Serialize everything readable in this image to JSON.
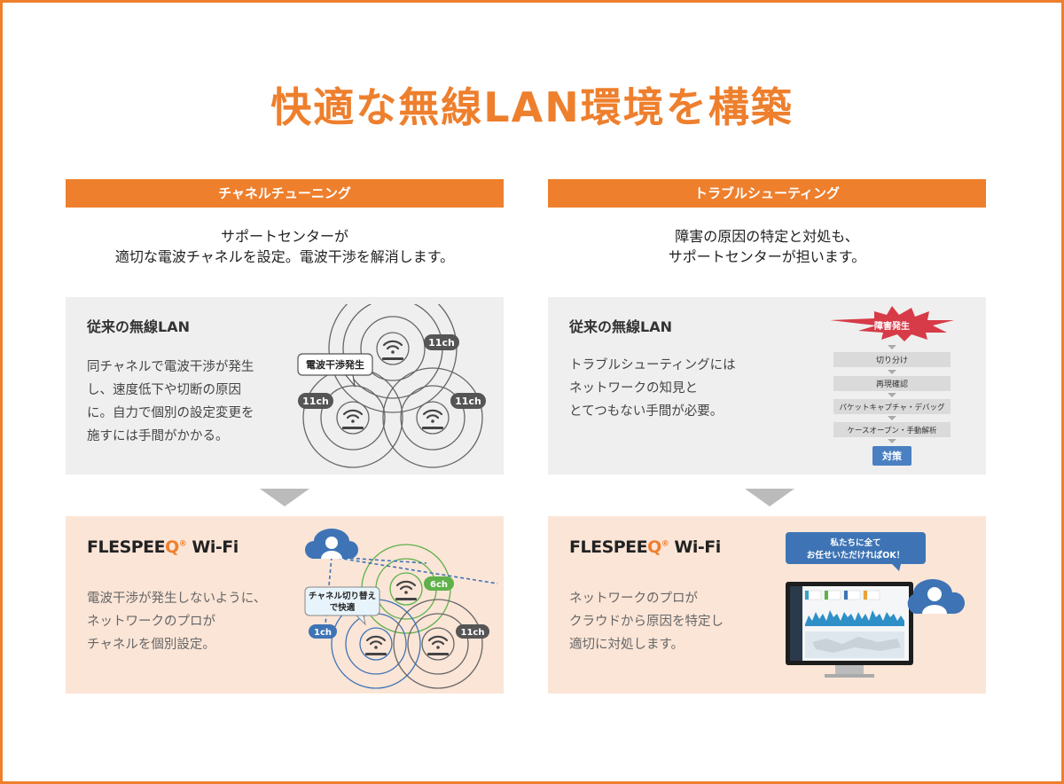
{
  "title": "快適な無線LAN環境を構築",
  "left": {
    "header": "チャネルチューニング",
    "desc_lines": [
      "サポートセンターが",
      "適切な電波チャネルを設定。電波干渉を解消します。"
    ],
    "legacy": {
      "label": "従来の無線LAN",
      "text_lines": [
        "同チャネルで電波干渉が発生",
        "し、速度低下や切断の原因",
        "に。自力で個別の設定変更を",
        "施すには手間がかかる。"
      ],
      "bubble": "電波干渉発生",
      "channels": [
        "11ch",
        "11ch",
        "11ch"
      ]
    },
    "flespeeq": {
      "brand_main": "FLESPEE",
      "brand_q": "Q",
      "brand_reg": "®",
      "brand_suffix": "Wi-Fi",
      "text_lines": [
        "電波干渉が発生しないように、",
        "ネットワークのプロが",
        "チャネルを個別設定。"
      ],
      "bubble_lines": [
        "チャネル切り替え",
        "で快適"
      ],
      "channels": [
        "6ch",
        "1ch",
        "11ch"
      ]
    }
  },
  "right": {
    "header": "トラブルシューティング",
    "desc_lines": [
      "障害の原因の特定と対処も、",
      "サポートセンターが担います。"
    ],
    "legacy": {
      "label": "従来の無線LAN",
      "text_lines": [
        "トラブルシューティングには",
        "ネットワークの知見と",
        "とてつもない手間が必要。"
      ],
      "burst": "障害発生",
      "steps": [
        "切り分け",
        "再現確認",
        "パケットキャプチャ・デバッグ",
        "ケースオープン・手動解析"
      ],
      "final": "対策"
    },
    "flespeeq": {
      "brand_main": "FLESPEE",
      "brand_q": "Q",
      "brand_reg": "®",
      "brand_suffix": "Wi-Fi",
      "text_lines": [
        "ネットワークのプロが",
        "クラウドから原因を特定し",
        "適切に対処します。"
      ],
      "bubble_lines": [
        "私たちに全て",
        "お任せいただければOK！"
      ]
    }
  },
  "colors": {
    "accent": "#ee7f2d",
    "gray_box": "#efefef",
    "peach_box": "#fbe5d7",
    "blue": "#3e74b5",
    "green": "#5fb14a"
  }
}
